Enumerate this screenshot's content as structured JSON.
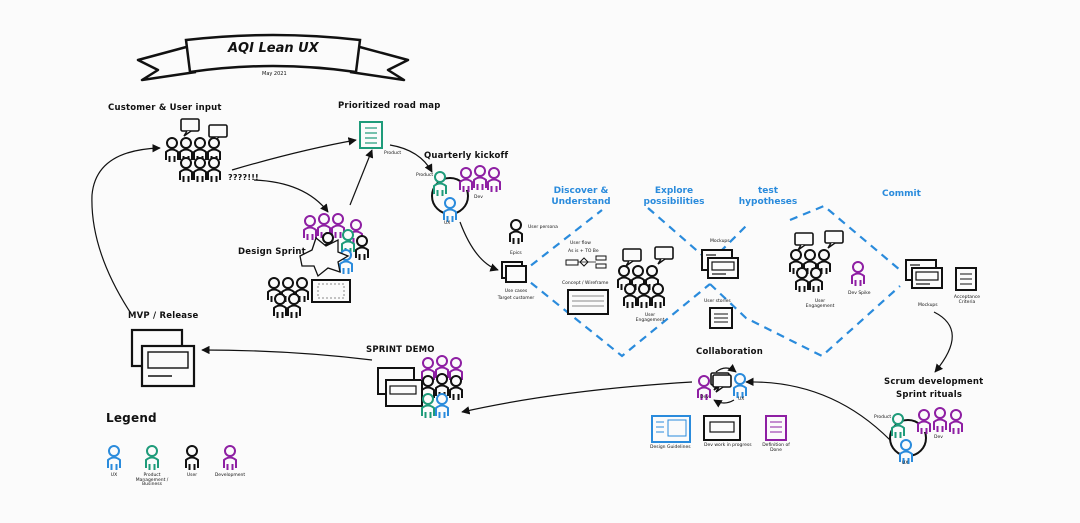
{
  "title": "AQI Lean UX",
  "date": "May 2021",
  "nodes": {
    "customer_input": "Customer & User input",
    "question": "????!!!",
    "roadmap": "Prioritized road map",
    "roadmap_product": "Product",
    "quarterly_kickoff": "Quarterly kickoff",
    "qk_product": "Product",
    "qk_dev": "Dev",
    "qk_ux": "UX",
    "design_sprint": "Design Sprint",
    "user_persona": "User persona",
    "epics": "Epics",
    "use_cases": "Use cases",
    "target_customer": "Target customer",
    "mvp_release": "MVP / Release",
    "sprint_demo": "SPRINT DEMO",
    "collaboration": "Collaboration",
    "collab_dev": "Dev",
    "collab_ux": "UX",
    "scrum_dev": "Scrum development",
    "sprint_rituals": "Sprint rituals",
    "scrum_product": "Product",
    "scrum_dev_label": "Dev",
    "scrum_ux": "UX"
  },
  "phases": {
    "discover": "Discover & Understand",
    "explore": "Explore possibilities",
    "test": "test hypotheses",
    "commit": "Commit"
  },
  "phase_items": {
    "user_flow": "User flow",
    "as_is_to_be": "As is + TO Be",
    "concept_wireframe": "Concept / Wireframe",
    "user_engagement_1": "User Engagement",
    "mockups_1": "Mockups",
    "user_stories": "User stories",
    "user_engagement_2": "User Engagement",
    "dev_spike": "Dev Spike",
    "mockups_2": "Mockups",
    "acceptance_criteria": "Acceptance Criteria"
  },
  "collab_items": {
    "design_guidelines": "Design Guidelines",
    "dev_work": "Dev work in progress",
    "definition_done": "Definition of Done"
  },
  "legend": {
    "title": "Legend",
    "items": [
      {
        "label": "UX",
        "color": "#2a8bdc"
      },
      {
        "label": "Product Management / Business",
        "color": "#1e9b7a"
      },
      {
        "label": "User",
        "color": "#111111"
      },
      {
        "label": "Development",
        "color": "#8e1fa3"
      }
    ]
  },
  "colors": {
    "ux": "#2a8bdc",
    "product": "#1e9b7a",
    "user": "#111111",
    "dev": "#8e1fa3",
    "phase_dash": "#2a8bdc"
  }
}
